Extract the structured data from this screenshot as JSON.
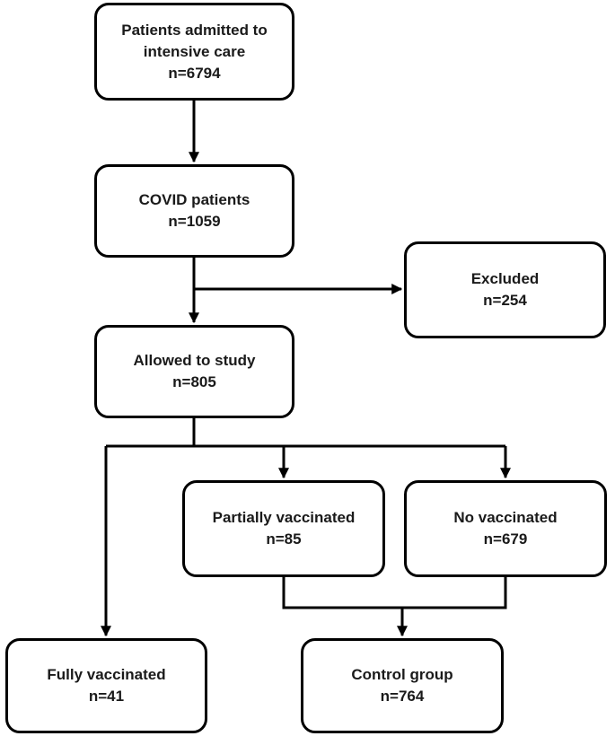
{
  "diagram": {
    "nodes": {
      "admitted": {
        "line1": "Patients admitted to",
        "line2": "intensive care",
        "count": "n=6794"
      },
      "covid": {
        "line1": "COVID patients",
        "count": "n=1059"
      },
      "excluded": {
        "line1": "Excluded",
        "count": "n=254"
      },
      "allowed": {
        "line1": "Allowed to study",
        "count": "n=805"
      },
      "partial": {
        "line1": "Partially vaccinated",
        "count": "n=85"
      },
      "novacc": {
        "line1": "No vaccinated",
        "count": "n=679"
      },
      "fully": {
        "line1": "Fully vaccinated",
        "count": "n=41"
      },
      "control": {
        "line1": "Control group",
        "count": "n=764"
      }
    },
    "edges": [
      {
        "from": "admitted",
        "to": "covid"
      },
      {
        "from": "covid",
        "to": "allowed"
      },
      {
        "from": "covid",
        "to": "excluded"
      },
      {
        "from": "allowed",
        "to": "fully"
      },
      {
        "from": "allowed",
        "to": "partial"
      },
      {
        "from": "allowed",
        "to": "novacc"
      },
      {
        "from": "partial",
        "to": "control"
      },
      {
        "from": "novacc",
        "to": "control"
      }
    ],
    "colors": {
      "stroke": "#000000",
      "text": "#1a1a1a",
      "background": "#ffffff"
    }
  }
}
